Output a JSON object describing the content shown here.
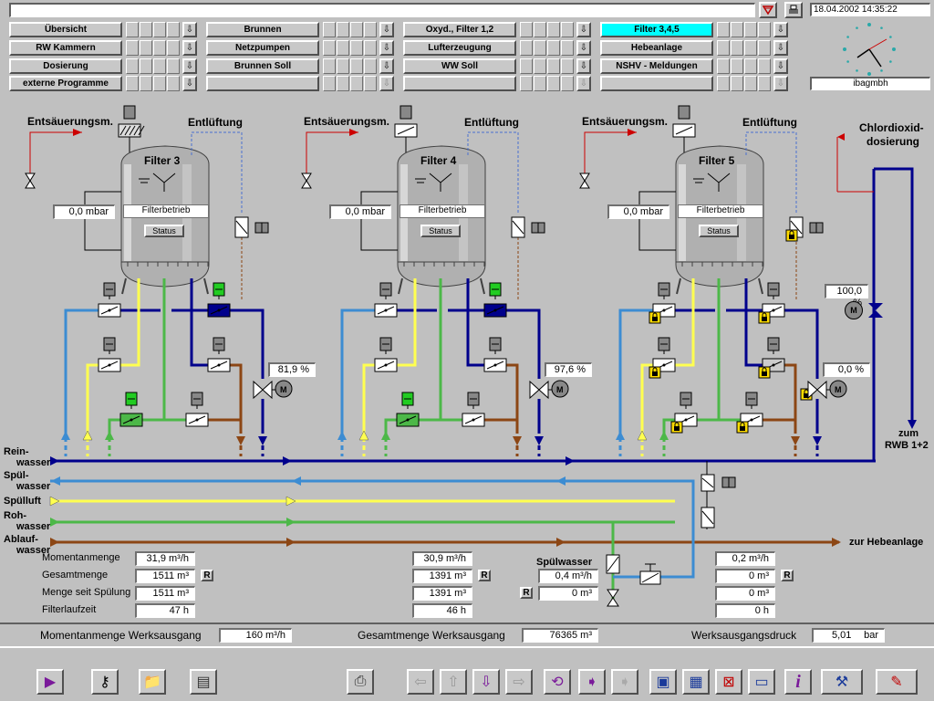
{
  "header": {
    "message_value": "",
    "datetime": "18.04.2002 14:35:22",
    "company": "ibagmbh"
  },
  "nav": {
    "col1": [
      "Übersicht",
      "RW Kammern",
      "Dosierung",
      "externe Programme"
    ],
    "col2": [
      "Brunnen",
      "Netzpumpen",
      "Brunnen Soll",
      ""
    ],
    "col3": [
      "Oxyd., Filter 1,2",
      "Lufterzeugung",
      "WW Soll",
      ""
    ],
    "col4": [
      "Filter 3,4,5",
      "Hebeanlage",
      "NSHV - Meldungen",
      ""
    ],
    "active": "Filter 3,4,5"
  },
  "filters": [
    {
      "name": "Filter 3",
      "pressure": "0,0 mbar",
      "mode": "Filterbetrieb",
      "status": "Status",
      "valve_pct": "81,9 %"
    },
    {
      "name": "Filter 4",
      "pressure": "0,0 mbar",
      "mode": "Filterbetrieb",
      "status": "Status",
      "valve_pct": "97,6 %"
    },
    {
      "name": "Filter 5",
      "pressure": "0,0 mbar",
      "mode": "Filterbetrieb",
      "status": "Status",
      "valve_pct": "0,0 %"
    }
  ],
  "labels": {
    "entsaeuerung": "Entsäuerungsm.",
    "entlueftung": "Entlüftung",
    "chlordioxid_1": "Chlordioxid-",
    "chlordioxid_2": "dosierung",
    "chlordioxid_pct": "100,0 %",
    "zum_rwb_1": "zum",
    "zum_rwb_2": "RWB 1+2",
    "zur_hebeanlage": "zur Hebeanlage",
    "reinwasser_1": "Rein-",
    "reinwasser_2": "wasser",
    "spuelwasser_1": "Spül-",
    "spuelwasser_2": "wasser",
    "spuelluft": "Spülluft",
    "rohwasser_1": "Roh-",
    "rohwasser_2": "wasser",
    "ablauf_1": "Ablauf-",
    "ablauf_2": "wasser",
    "motor": "M",
    "reset": "R"
  },
  "measurements": {
    "row_labels": [
      "Momentanmenge",
      "Gesamtmenge",
      "Menge seit Spülung",
      "Filterlaufzeit"
    ],
    "filter3": [
      "31,9 m³/h",
      "1511 m³",
      "1511 m³",
      "47  h"
    ],
    "filter4": [
      "30,9 m³/h",
      "1391 m³",
      "1391 m³",
      "46  h"
    ],
    "filter5": [
      "0,2 m³/h",
      "0 m³",
      "0 m³",
      "0  h"
    ],
    "spuelwasser_title": "Spülwasser",
    "spuelwasser_rate": "0,4 m³/h",
    "spuelwasser_total": "0 m³"
  },
  "werk": {
    "momentan_label": "Momentanmenge Werksausgang",
    "momentan_value": "160     m³/h",
    "gesamt_label": "Gesamtmenge Werksausgang",
    "gesamt_value": "76365  m³",
    "druck_label": "Werksausgangsdruck",
    "druck_value": "5,01",
    "druck_unit": "bar"
  },
  "colors": {
    "reinwasser": "#00008c",
    "spuelwasser": "#3c8cd2",
    "spuelluft": "#ffff50",
    "rohwasser": "#4cb848",
    "ablauf": "#8c4614",
    "accent_active": "#00ffff"
  },
  "icons": {
    "header_alarm": "alarm-filter-icon",
    "header_print": "printer-icon",
    "clock": "analog-clock-icon",
    "toolbar": [
      "play-icon",
      "key-icon",
      "folder-icon",
      "report-icon",
      "print-screen-icon",
      "nav-left-icon",
      "nav-up-icon",
      "nav-down-icon",
      "nav-right-icon",
      "refresh-icon",
      "forward-icon",
      "forward-disabled-icon",
      "window-icon",
      "screen-icon",
      "close-window-icon",
      "computer-icon",
      "info-icon",
      "tool-icon",
      "signature-icon"
    ]
  }
}
